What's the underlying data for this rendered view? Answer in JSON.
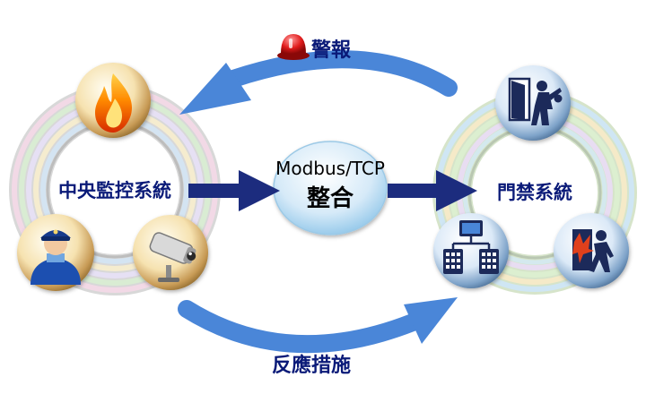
{
  "left_system": {
    "label": "中央監控系統"
  },
  "right_system": {
    "label": "門禁系統"
  },
  "center": {
    "line1": "Modbus/TCP",
    "line2": "整合"
  },
  "top_arrow": {
    "label": "警報"
  },
  "bottom_arrow": {
    "label": "反應措施"
  },
  "colors": {
    "label_text": "#0a1a78",
    "center_text": "#000000",
    "flow_arrow": "#1c2c7e",
    "curved_arrow": "#4a86d8",
    "alarm_red": "#d81818"
  },
  "icons": {
    "left": [
      "fire-icon",
      "security-guard-icon",
      "cctv-camera-icon"
    ],
    "right": [
      "door-intrusion-icon",
      "network-terminals-icon",
      "emergency-exit-icon"
    ],
    "alarm": "alarm-siren-icon"
  }
}
